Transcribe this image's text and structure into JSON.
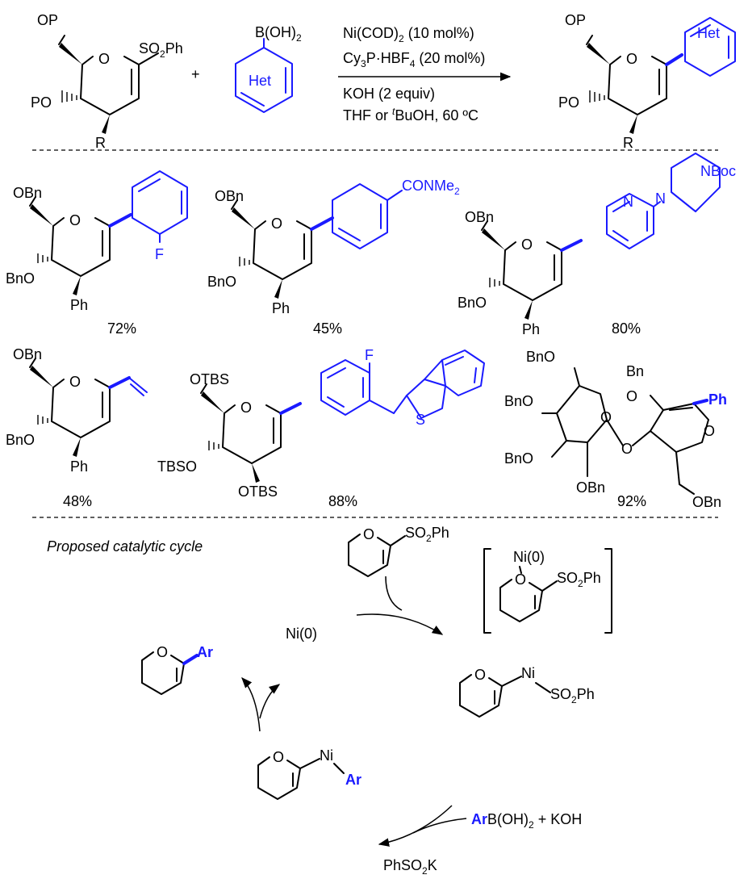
{
  "reaction": {
    "sm": {
      "op_top": "OP",
      "so2ph": "SO",
      "so2ph_sub": "2",
      "so2ph_tail": "Ph",
      "po": "PO",
      "r": "R",
      "o": "O"
    },
    "plus": "+",
    "boronic": {
      "b": "B(OH)",
      "b_sub": "2",
      "het": "Het"
    },
    "conditions": {
      "line1": "Ni(COD)",
      "line1_sub": "2",
      "line1_tail": " (10 mol%)",
      "line2_a": "Cy",
      "line2_sub1": "3",
      "line2_b": "P·HBF",
      "line2_sub2": "4",
      "line2_c": " (20 mol%)",
      "line3": "KOH (2 equiv)",
      "line4_a": "THF or ",
      "line4_sup": "t",
      "line4_b": "BuOH, 60 ºC"
    },
    "product": {
      "op_top": "OP",
      "po": "PO",
      "r": "R",
      "o": "O",
      "het": "Het"
    }
  },
  "examples": [
    {
      "yield": "72%",
      "labels": {
        "obn": "OBn",
        "bno": "BnO",
        "ph": "Ph",
        "f": "F",
        "o": "O"
      }
    },
    {
      "yield": "45%",
      "labels": {
        "obn": "OBn",
        "bno": "BnO",
        "ph": "Ph",
        "conme": "CONMe",
        "conme_sub": "2",
        "o": "O"
      }
    },
    {
      "yield": "80%",
      "labels": {
        "obn": "OBn",
        "bno": "BnO",
        "ph": "Ph",
        "n": "N",
        "n2": "N",
        "nboc": "NBoc",
        "o": "O"
      }
    },
    {
      "yield": "48%",
      "labels": {
        "obn": "OBn",
        "bno": "BnO",
        "ph": "Ph",
        "o": "O"
      }
    },
    {
      "yield": "88%",
      "labels": {
        "otbs": "OTBS",
        "tbso": "TBSO",
        "otbs2": "OTBS",
        "f": "F",
        "s": "S",
        "o": "O"
      }
    },
    {
      "yield": "92%",
      "labels": {
        "bno1": "BnO",
        "bno2": "BnO",
        "bno3": "BnO",
        "obn1": "OBn",
        "obn2": "OBn",
        "bn": "Bn",
        "o_link": "O",
        "o1": "O",
        "o2": "O",
        "o3": "O",
        "ph": "Ph"
      }
    }
  ],
  "cycle": {
    "title": "Proposed catalytic cycle",
    "ni0": "Ni(0)",
    "substrate": {
      "so2ph": "SO",
      "sub": "2",
      "tail": "Ph",
      "o": "O"
    },
    "complex": {
      "ni0": "Ni(0)",
      "so2ph": "SO",
      "sub": "2",
      "tail": "Ph",
      "o": "O"
    },
    "oxadd": {
      "ni": "Ni",
      "so2ph": "SO",
      "sub": "2",
      "tail": "Ph",
      "o": "O"
    },
    "transmet": {
      "ni": "Ni",
      "ar": "Ar",
      "o": "O"
    },
    "product": {
      "ar": "Ar",
      "o": "O"
    },
    "reagent": {
      "ar": "Ar",
      "b": "B(OH)",
      "sub": "2",
      "tail": " + KOH"
    },
    "byproduct": {
      "a": "PhSO",
      "sub": "2",
      "b": "K"
    }
  },
  "colors": {
    "accent": "#1a1aff",
    "ink": "#000000"
  }
}
